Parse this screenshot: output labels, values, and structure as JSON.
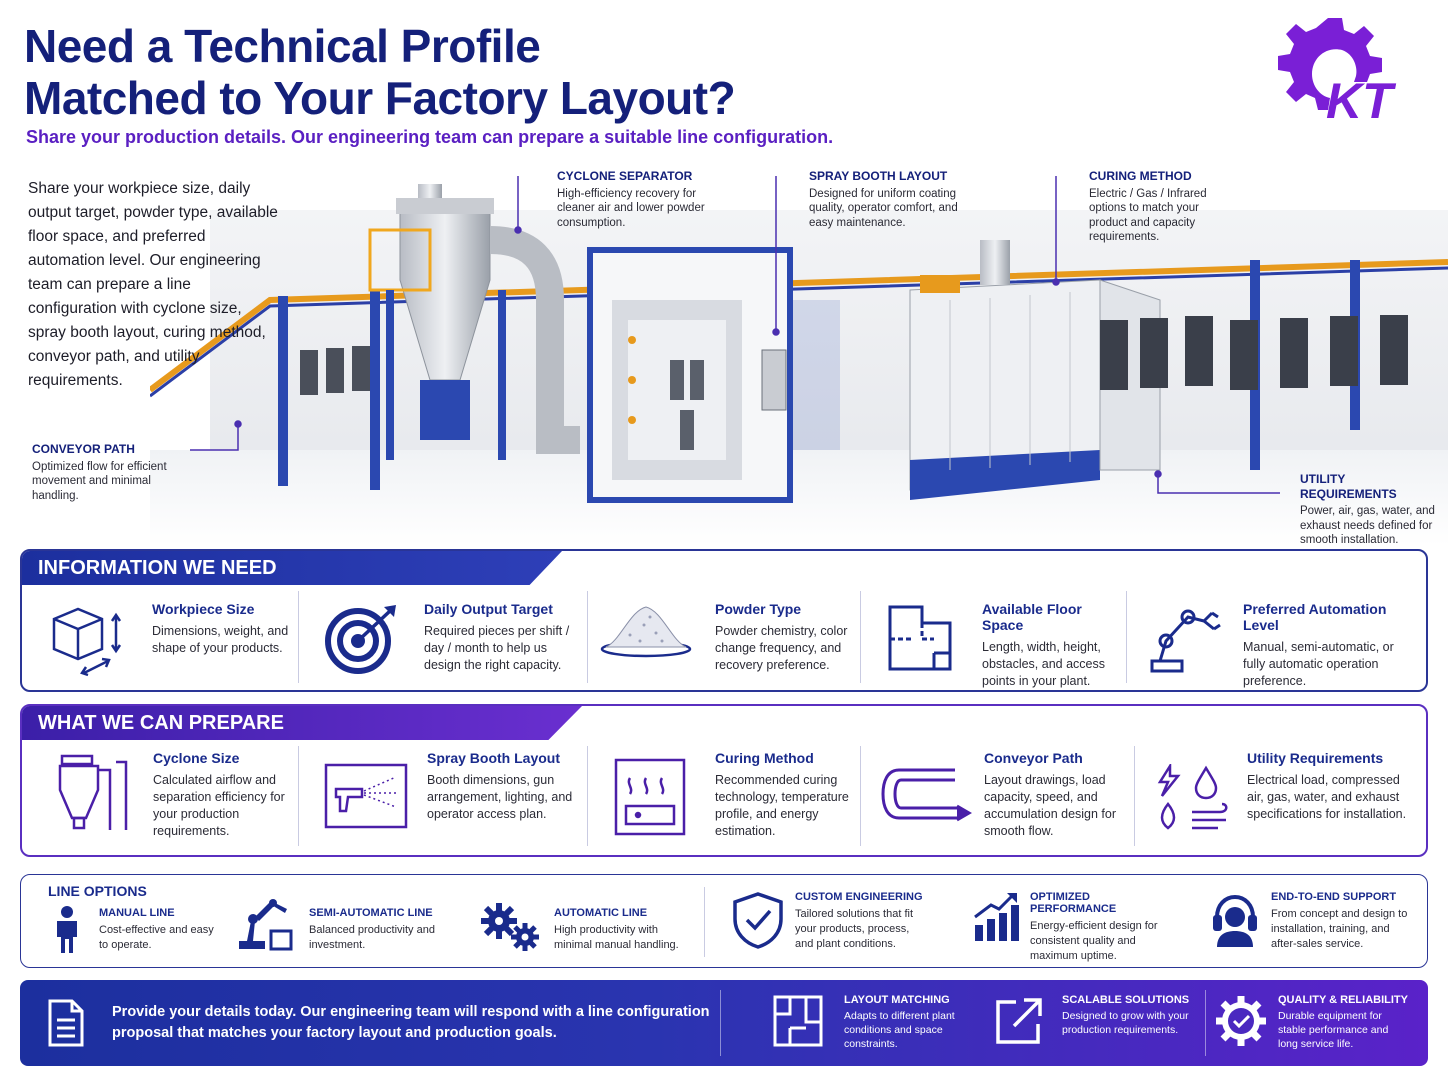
{
  "header": {
    "title_line1": "Need a Technical Profile",
    "title_line2": "Matched to Your Factory Layout?",
    "subtitle": "Share your production details. Our engineering team can prepare a suitable line configuration.",
    "logo_text": "KT"
  },
  "colors": {
    "navy": "#14207a",
    "purple": "#6a1fc9",
    "accent_blue": "#2a3596"
  },
  "intro": "Share your workpiece size, daily output target, powder type, available floor space, and preferred automation level. Our engineering team can prepare a line configuration with cyclone size, spray booth layout, curing method, conveyor path, and utility requirements.",
  "callouts": {
    "cyclone": {
      "title": "CYCLONE SEPARATOR",
      "text": "High-efficiency recovery for cleaner air and lower powder consumption."
    },
    "spray": {
      "title": "SPRAY BOOTH LAYOUT",
      "text": "Designed for uniform coating quality, operator comfort, and easy maintenance."
    },
    "curing": {
      "title": "CURING METHOD",
      "text": "Electric / Gas / Infrared options to match your product and capacity requirements."
    },
    "conveyor": {
      "title": "CONVEYOR PATH",
      "text": "Optimized flow for efficient movement and minimal handling."
    },
    "utility": {
      "title": "UTILITY REQUIREMENTS",
      "text": "Power, air, gas, water, and exhaust needs defined for smooth installation."
    }
  },
  "need": {
    "heading": "INFORMATION WE NEED",
    "items": [
      {
        "title": "Workpiece Size",
        "text": "Dimensions, weight, and shape of your products.",
        "icon": "cube-icon"
      },
      {
        "title": "Daily Output Target",
        "text": "Required pieces per shift / day / month to help us design the right capacity.",
        "icon": "target-icon"
      },
      {
        "title": "Powder Type",
        "text": "Powder chemistry, color change frequency, and recovery preference.",
        "icon": "powder-pile-icon"
      },
      {
        "title": "Available Floor Space",
        "text": "Length, width, height, obstacles, and access points in your plant.",
        "icon": "floor-plan-icon"
      },
      {
        "title": "Preferred Automation Level",
        "text": "Manual, semi-automatic, or fully automatic operation preference.",
        "icon": "robot-arm-icon"
      }
    ]
  },
  "prepare": {
    "heading": "WHAT WE CAN PREPARE",
    "items": [
      {
        "title": "Cyclone Size",
        "text": "Calculated airflow and separation efficiency for your production requirements.",
        "icon": "cyclone-icon"
      },
      {
        "title": "Spray Booth Layout",
        "text": "Booth dimensions, gun arrangement, lighting, and operator access plan.",
        "icon": "spray-gun-icon"
      },
      {
        "title": "Curing Method",
        "text": "Recommended curing technology, temperature profile, and energy estimation.",
        "icon": "oven-icon"
      },
      {
        "title": "Conveyor Path",
        "text": "Layout drawings, load capacity, speed, and accumulation design for smooth flow.",
        "icon": "conveyor-icon"
      },
      {
        "title": "Utility Requirements",
        "text": "Electrical load, compressed air, gas, water, and exhaust specifications for installation.",
        "icon": "utilities-icon"
      }
    ]
  },
  "options": {
    "heading": "LINE OPTIONS",
    "lines": [
      {
        "title": "MANUAL LINE",
        "text": "Cost-effective and easy to operate.",
        "icon": "person-icon"
      },
      {
        "title": "SEMI-AUTOMATIC LINE",
        "text": "Balanced productivity and investment.",
        "icon": "robot-icon"
      },
      {
        "title": "AUTOMATIC LINE",
        "text": "High productivity with minimal manual handling.",
        "icon": "gears-icon"
      }
    ],
    "benefits": [
      {
        "title": "CUSTOM ENGINEERING",
        "text": "Tailored solutions that fit your products, process, and plant conditions.",
        "icon": "shield-check-icon"
      },
      {
        "title": "OPTIMIZED PERFORMANCE",
        "text": "Energy-efficient design for consistent quality and maximum uptime.",
        "icon": "bar-chart-icon"
      },
      {
        "title": "END-TO-END SUPPORT",
        "text": "From concept and design to installation, training, and after-sales service.",
        "icon": "headset-icon"
      }
    ]
  },
  "footer": {
    "cta": "Provide your details today. Our engineering team will respond with a line configuration proposal that matches your factory layout and production goals.",
    "features": [
      {
        "title": "LAYOUT MATCHING",
        "text": "Adapts to different plant conditions and space constraints.",
        "icon": "layout-icon"
      },
      {
        "title": "SCALABLE SOLUTIONS",
        "text": "Designed to grow with your production requirements.",
        "icon": "expand-arrow-icon"
      },
      {
        "title": "QUALITY & RELIABILITY",
        "text": "Durable equipment for stable performance and long service life.",
        "icon": "gear-check-icon"
      }
    ]
  }
}
